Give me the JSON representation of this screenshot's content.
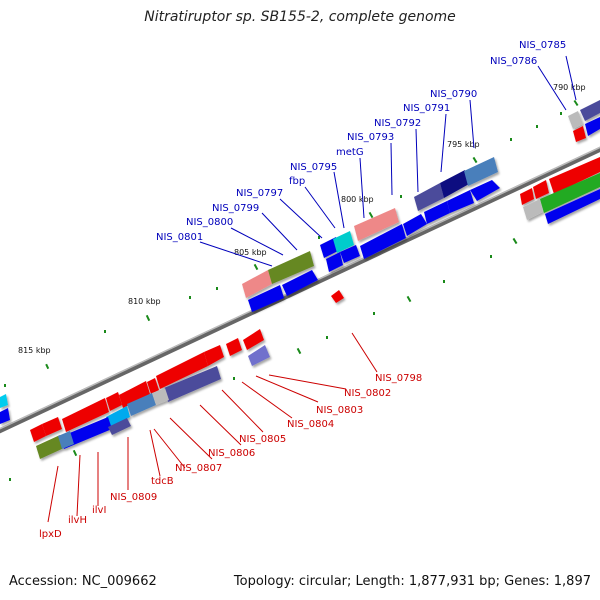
{
  "title": "Nitratiruptor sp. SB155-2, complete genome",
  "footer": {
    "accession": "Accession: NC_009662",
    "topology": "Topology: circular; Length: 1,877,931 bp; Genes: 1,897"
  },
  "ticks": [
    "790 kbp",
    "795 kbp",
    "800 kbp",
    "805 kbp",
    "810 kbp",
    "815 kbp"
  ],
  "labels_top": [
    "NIS_0785",
    "NIS_0786",
    "NIS_0790",
    "NIS_0791",
    "NIS_0792",
    "NIS_0793",
    "metG",
    "NIS_0795",
    "fbp",
    "NIS_0797",
    "NIS_0799",
    "NIS_0800",
    "NIS_0801"
  ],
  "labels_bottom": [
    "NIS_0798",
    "NIS_0802",
    "NIS_0803",
    "NIS_0804",
    "NIS_0805",
    "NIS_0806",
    "NIS_0807",
    "tdcB",
    "NIS_0809",
    "ilvI",
    "ilvH",
    "lpxD"
  ],
  "colors": {
    "forward_gene": "#0000ee",
    "reverse_gene": "#ee0000",
    "top_label": "#0000bb",
    "bottom_label": "#cc0000",
    "backbone": "#777777",
    "tick": "#1a8a1a"
  }
}
